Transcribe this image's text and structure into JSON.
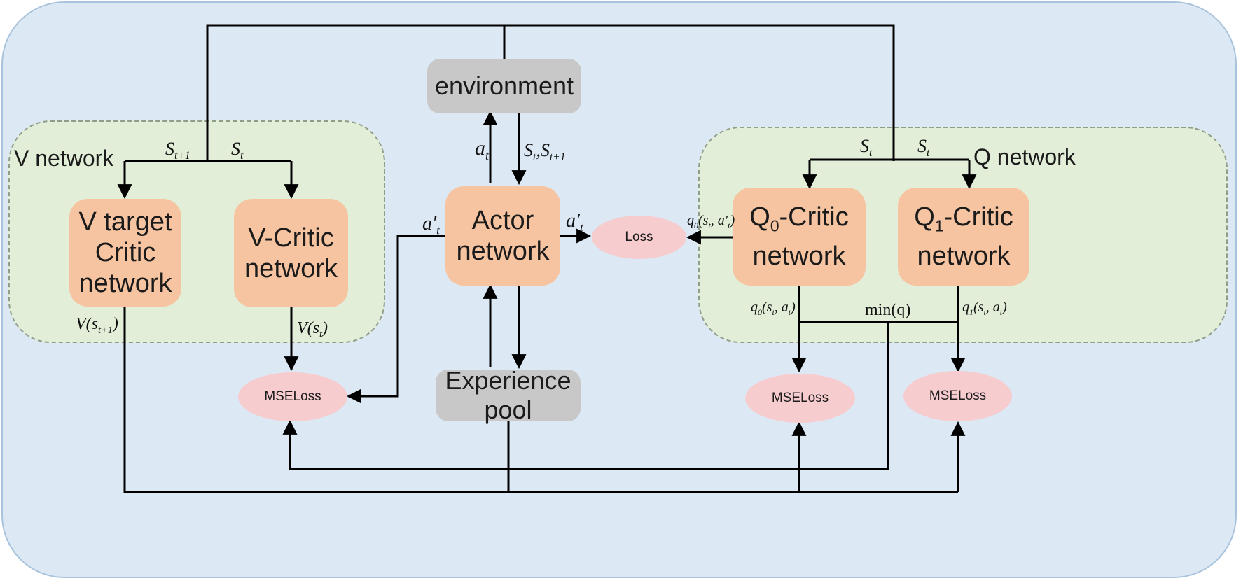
{
  "regions": {
    "v": "V network",
    "q": "Q network"
  },
  "boxes": {
    "environment": "environment",
    "actor": "Actor network",
    "experience": "Experience pool",
    "v_target": "V target Critic network",
    "v_critic": "V-Critic network",
    "q0_letter": "Q",
    "q0_sub": "0",
    "q0_rest": "-Critic network",
    "q1_letter": "Q",
    "q1_sub": "1",
    "q1_rest": "-Critic network"
  },
  "losses": {
    "loss": "Loss",
    "mse_v": "MSELoss",
    "mse_q0": "MSELoss",
    "mse_q1": "MSELoss"
  },
  "labels": {
    "a_t": "a",
    "a_t_sub": "t",
    "s_pair": "S",
    "s_pair_sub1": "t",
    "s_pair_sep": ",S",
    "s_pair_sub2": "t+1",
    "at_prime_left": "a′",
    "at_prime_left_sub": "t",
    "at_prime_right": "a′",
    "at_prime_right_sub": "t",
    "v_s_next": "S",
    "v_s_next_sub": "t+1",
    "v_s_cur": "S",
    "v_s_cur_sub": "t",
    "q_s_left": "S",
    "q_s_left_sub": "t",
    "q_s_right": "S",
    "q_s_right_sub": "t",
    "V_next": "V(s",
    "V_next_sub": "t+1",
    "V_next_close": ")",
    "V_cur": "V(s",
    "V_cur_sub": "t",
    "V_cur_close": ")",
    "q0_prime": "q",
    "q0_prime_sub": "0",
    "q0_prime_args": "(s",
    "q0_prime_args_sub": "t",
    "q0_prime_args2": ", a′",
    "q0_prime_args2_sub": "t",
    "q0_prime_close": ")",
    "q0": "q",
    "q0_sub": "0",
    "q0_args": "(s",
    "q0_args_sub": "t",
    "q0_args2": ", a",
    "q0_args2_sub": "t",
    "q0_close": ")",
    "q1": "q",
    "q1_sub": "1",
    "q1_args": "(s",
    "q1_args_sub": "t",
    "q1_args2": ", a",
    "q1_args2_sub": "t",
    "q1_close": ")",
    "min_q": "min(q)"
  },
  "colors": {
    "panel": "#dce8f4",
    "region": "#e2eed8",
    "critic_box": "#f6c4a0",
    "gray_box": "#c8c8c8",
    "loss": "#f7cccf",
    "line": "#000000"
  }
}
